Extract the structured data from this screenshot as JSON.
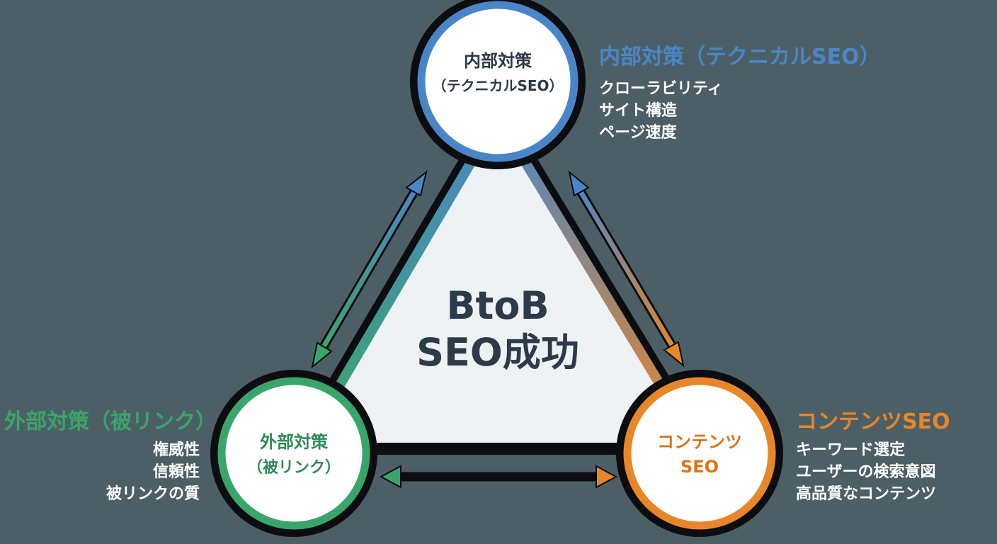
{
  "center": {
    "line1": "BtoB",
    "line2": "SEO成功"
  },
  "nodes": {
    "technical": {
      "circle_line1": "内部対策",
      "circle_line2": "（テクニカルSEO）",
      "title": "内部対策（テクニカルSEO）",
      "items": [
        "クローラビリティ",
        "サイト構造",
        "ページ速度"
      ],
      "color": "#4a86c7"
    },
    "external": {
      "circle_line1": "外部対策",
      "circle_line2": "（被リンク）",
      "title": "外部対策（被リンク）",
      "items": [
        "権威性",
        "信頼性",
        "被リンクの質"
      ],
      "color": "#3aa56a"
    },
    "content": {
      "circle_line1": "コンテンツ",
      "circle_line2": "SEO",
      "title": "コンテンツSEO",
      "items": [
        "キーワード選定",
        "ユーザーの検索意図",
        "高品質なコンテンツ"
      ],
      "color": "#e8862a"
    }
  },
  "colors": {
    "background": "#4c5f66",
    "triangle_fill": "#eef2f5",
    "center_text": "#2c3a4a"
  }
}
